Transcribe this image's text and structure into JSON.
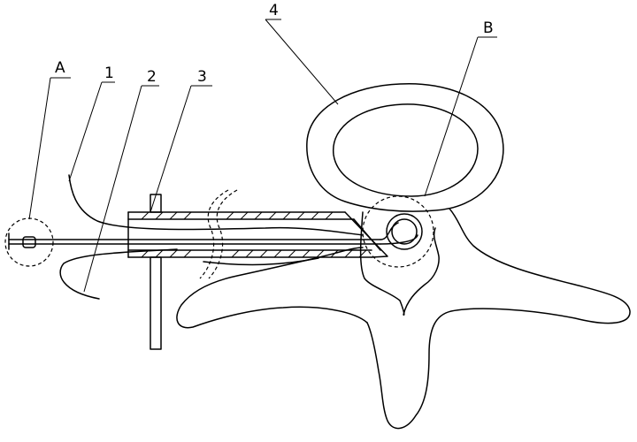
{
  "labels": {
    "A": "A",
    "one": "1",
    "two": "2",
    "three": "3",
    "four": "4",
    "B": "B"
  }
}
